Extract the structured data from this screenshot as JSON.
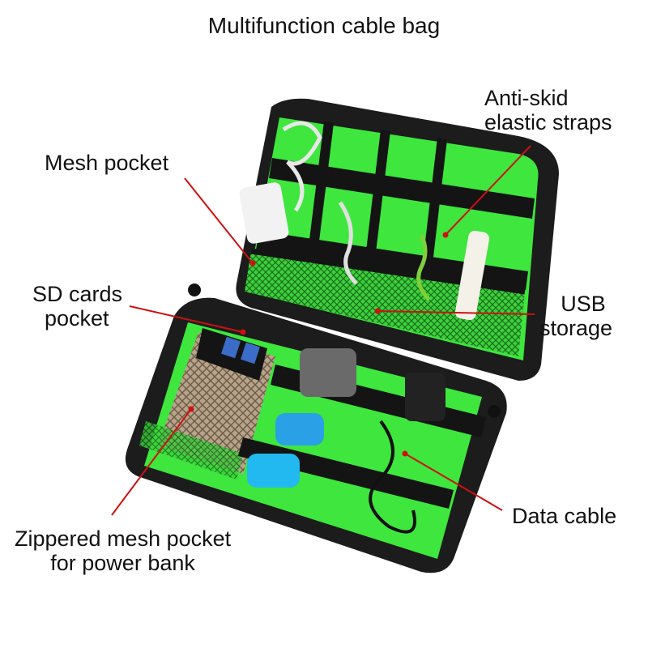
{
  "title": "Multifunction cable bag",
  "callouts": {
    "mesh_pocket": {
      "text": "Mesh pocket"
    },
    "anti_skid": {
      "line1": "Anti-skid",
      "line2": "elastic straps"
    },
    "sd_cards": {
      "line1": "SD cards",
      "line2": "pocket"
    },
    "usb_storage": {
      "line1": "USB",
      "line2": "storage"
    },
    "data_cable": {
      "text": "Data cable"
    },
    "zippered": {
      "line1": "Zippered mesh pocket",
      "line2": "for power bank"
    }
  },
  "colors": {
    "bag_body": "#1c1c1c",
    "lining": "#3ee63e",
    "callout_line": "#cc1111",
    "mesh": "#2f8f2f"
  }
}
